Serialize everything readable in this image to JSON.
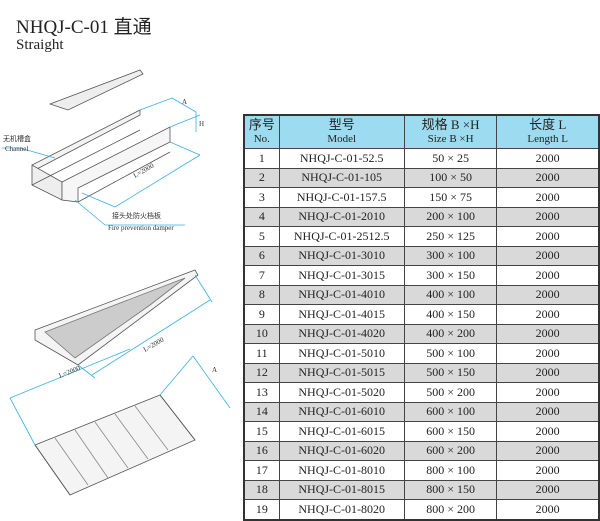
{
  "title": "NHQJ-C-01 直通",
  "subtitle": "Straight",
  "drawing": {
    "channel_cn": "无机槽盒",
    "channel_en": "Channel",
    "damper_cn": "接头处防火档板",
    "damper_en": "Fire prevention damper",
    "dim_a": "A",
    "dim_h": "H",
    "length": "L=2000"
  },
  "table": {
    "headers": [
      {
        "cn": "序号",
        "en": "No."
      },
      {
        "cn": "型号",
        "en": "Model"
      },
      {
        "cn": "规格 B ×H",
        "en": "Size B ×H"
      },
      {
        "cn": "长度 L",
        "en": "Length L"
      }
    ],
    "rows": [
      [
        "1",
        "NHQJ-C-01-52.5",
        "50 × 25",
        "2000"
      ],
      [
        "2",
        "NHQJ-C-01-105",
        "100 × 50",
        "2000"
      ],
      [
        "3",
        "NHQJ-C-01-157.5",
        "150 × 75",
        "2000"
      ],
      [
        "4",
        "NHQJ-C-01-2010",
        "200 × 100",
        "2000"
      ],
      [
        "5",
        "NHQJ-C-01-2512.5",
        "250 × 125",
        "2000"
      ],
      [
        "6",
        "NHQJ-C-01-3010",
        "300 × 100",
        "2000"
      ],
      [
        "7",
        "NHQJ-C-01-3015",
        "300 × 150",
        "2000"
      ],
      [
        "8",
        "NHQJ-C-01-4010",
        "400 × 100",
        "2000"
      ],
      [
        "9",
        "NHQJ-C-01-4015",
        "400 × 150",
        "2000"
      ],
      [
        "10",
        "NHQJ-C-01-4020",
        "400 × 200",
        "2000"
      ],
      [
        "11",
        "NHQJ-C-01-5010",
        "500 × 100",
        "2000"
      ],
      [
        "12",
        "NHQJ-C-01-5015",
        "500 × 150",
        "2000"
      ],
      [
        "13",
        "NHQJ-C-01-5020",
        "500 × 200",
        "2000"
      ],
      [
        "14",
        "NHQJ-C-01-6010",
        "600 × 100",
        "2000"
      ],
      [
        "15",
        "NHQJ-C-01-6015",
        "600 × 150",
        "2000"
      ],
      [
        "16",
        "NHQJ-C-01-6020",
        "600 × 200",
        "2000"
      ],
      [
        "17",
        "NHQJ-C-01-8010",
        "800 × 100",
        "2000"
      ],
      [
        "18",
        "NHQJ-C-01-8015",
        "800 × 150",
        "2000"
      ],
      [
        "19",
        "NHQJ-C-01-8020",
        "800 × 200",
        "2000"
      ]
    ]
  }
}
